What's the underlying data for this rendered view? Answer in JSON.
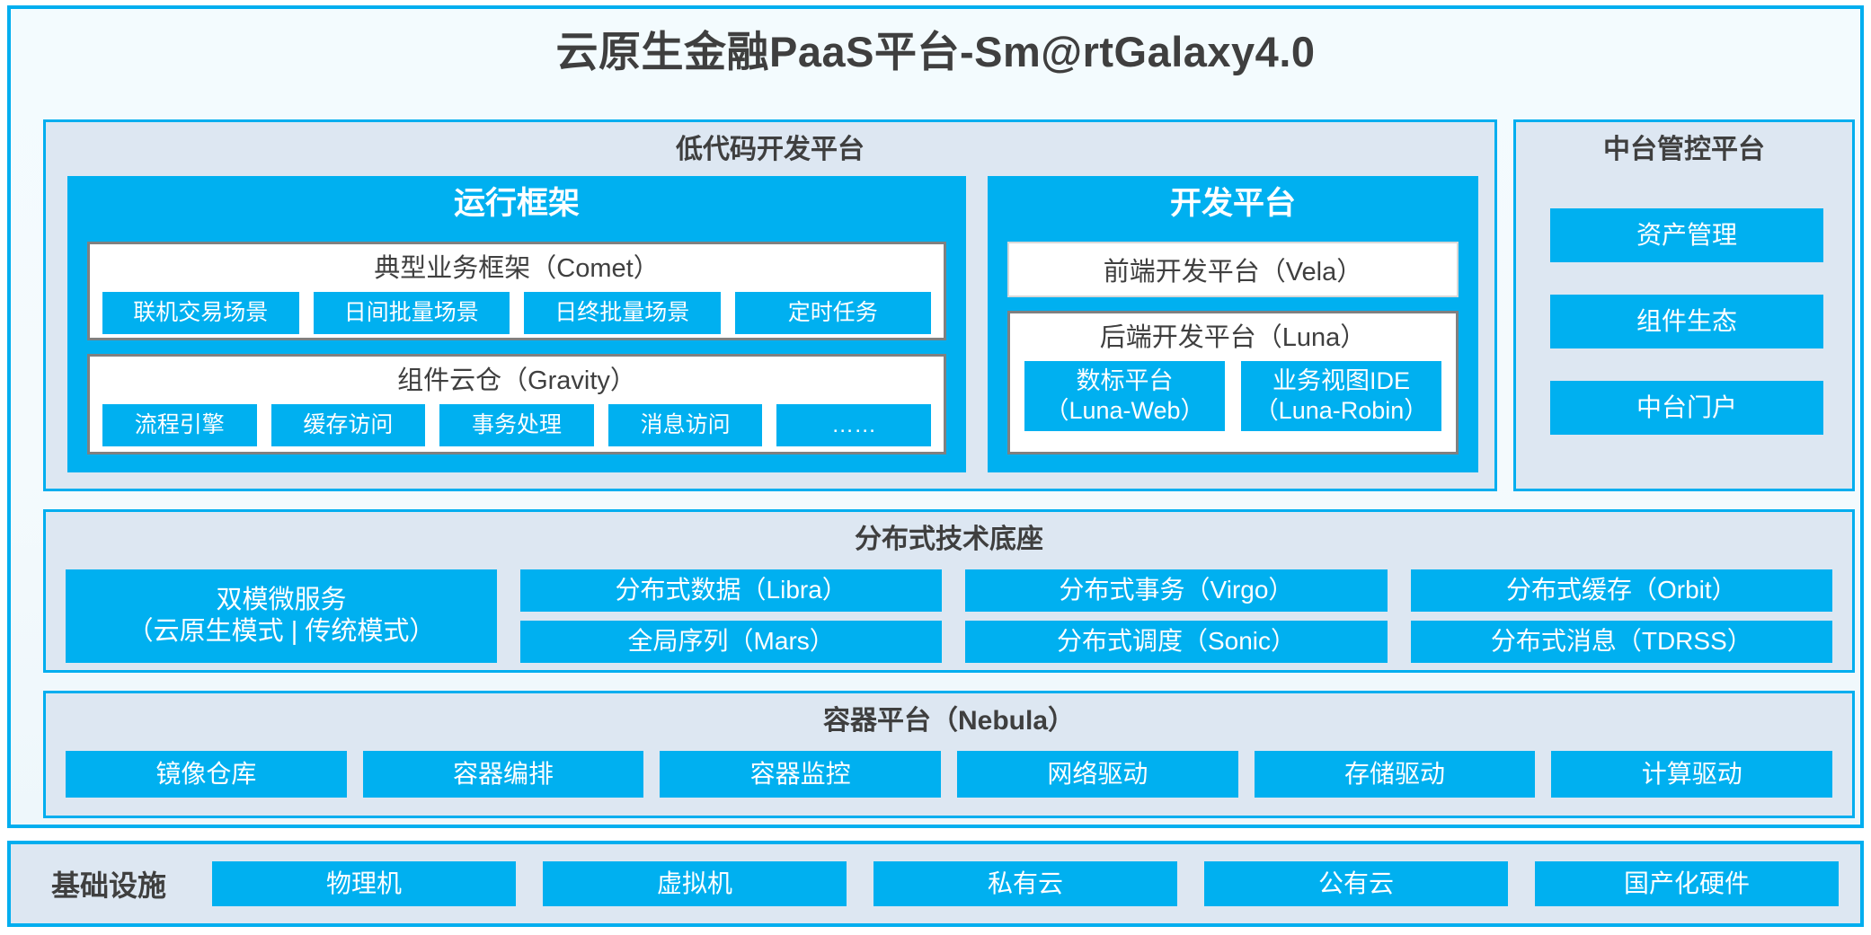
{
  "title": "云原生金融PaaS平台-Sm@rtGalaxy4.0",
  "colors": {
    "accent": "#00aeef",
    "block": "#00b0f0",
    "panel_bg": "#dde7f2",
    "page_bg": "#f3fbfe",
    "text": "#3f3f3f",
    "card_border": "#808080"
  },
  "lowcode": {
    "title": "低代码开发平台",
    "runtime": {
      "title": "运行框架",
      "comet": {
        "title": "典型业务框架（Comet）",
        "items": [
          "联机交易场景",
          "日间批量场景",
          "日终批量场景",
          "定时任务"
        ]
      },
      "gravity": {
        "title": "组件云仓（Gravity）",
        "items": [
          "流程引擎",
          "缓存访问",
          "事务处理",
          "消息访问",
          "……"
        ]
      }
    },
    "devplatform": {
      "title": "开发平台",
      "frontend": "前端开发平台（Vela）",
      "backend": {
        "title": "后端开发平台（Luna）",
        "items": [
          {
            "name": "数标平台",
            "code": "（Luna-Web）"
          },
          {
            "name": "业务视图IDE",
            "code": "（Luna-Robin）"
          }
        ]
      }
    }
  },
  "control_platform": {
    "title": "中台管控平台",
    "items": [
      "资产管理",
      "组件生态",
      "中台门户"
    ]
  },
  "distributed": {
    "title": "分布式技术底座",
    "dual_mode": {
      "name": "双模微服务",
      "modes": "（云原生模式 | 传统模式）"
    },
    "columns": [
      [
        "分布式数据（Libra）",
        "全局序列（Mars）"
      ],
      [
        "分布式事务（Virgo）",
        "分布式调度（Sonic）"
      ],
      [
        "分布式缓存（Orbit）",
        "分布式消息（TDRSS）"
      ]
    ]
  },
  "container": {
    "title": "容器平台（Nebula）",
    "items": [
      "镜像仓库",
      "容器编排",
      "容器监控",
      "网络驱动",
      "存储驱动",
      "计算驱动"
    ]
  },
  "infrastructure": {
    "label": "基础设施",
    "items": [
      "物理机",
      "虚拟机",
      "私有云",
      "公有云",
      "国产化硬件"
    ]
  }
}
